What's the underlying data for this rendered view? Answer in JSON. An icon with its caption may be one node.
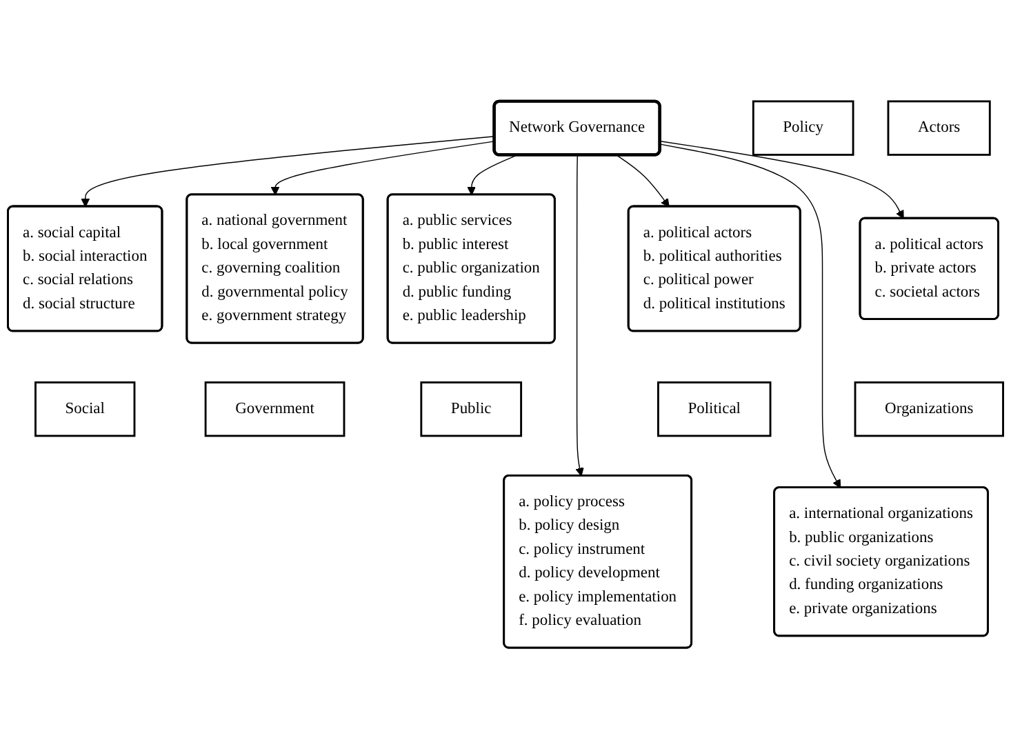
{
  "diagram": {
    "nodes": [
      {
        "text": [
          "a. public services",
          "b. public interest",
          "c. public organization",
          "d. public funding",
          "e. public leadership"
        ]
      },
      {
        "text": [
          "a. social capital",
          "b. social interaction",
          "c. social relations",
          "d. social structure"
        ]
      },
      {
        "text": [
          "a. national government",
          "b. local government",
          "c. governing coalition",
          "d. governmental policy",
          "e. government strategy"
        ]
      },
      {
        "text": [
          "Social"
        ]
      },
      {
        "text": [
          "Government"
        ]
      },
      {
        "text": [
          "Public"
        ]
      },
      {
        "text": [
          "Policy"
        ]
      },
      {
        "text": [
          "Actors"
        ]
      },
      {
        "text": [
          "Network Governance"
        ]
      },
      {
        "text": [
          "a. political actors",
          "b. private actors",
          "c. societal actors"
        ]
      },
      {
        "text": [
          "a. political actors",
          "b. political authorities",
          "c. political power",
          "d. political institutions"
        ]
      },
      {
        "text": [
          "Political"
        ]
      },
      {
        "text": [
          "Organizations"
        ]
      },
      {
        "text": [
          "a. international organizations",
          "b. public organizations",
          "c. civil society organizations",
          "d. funding organizations",
          "e. private organizations"
        ]
      },
      {
        "text": [
          "a. policy process",
          "b. policy design",
          "c. policy instrument",
          "d. policy development",
          "e. policy implementation",
          "f. policy evaluation"
        ]
      }
    ],
    "edges": [
      {
        "from": 8,
        "to": 0,
        "arrow": "to"
      },
      {
        "from": 8,
        "to": 1,
        "arrow": "to"
      },
      {
        "from": 8,
        "to": 2,
        "arrow": "to"
      },
      {
        "from": 8,
        "to": 9,
        "arrow": "to"
      },
      {
        "from": 8,
        "to": 10,
        "arrow": "to"
      },
      {
        "from": 8,
        "to": 13,
        "arrow": "to"
      },
      {
        "from": 8,
        "to": 14,
        "arrow": "to"
      }
    ]
  }
}
